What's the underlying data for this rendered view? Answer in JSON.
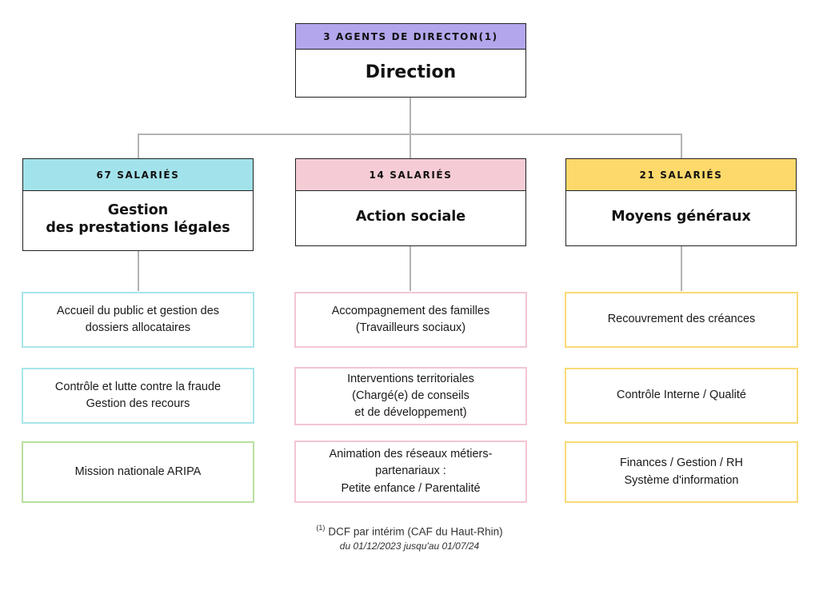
{
  "direction": {
    "band": "3 AGENTS DE DIRECTON(1)",
    "title": "Direction",
    "band_color": "#b3a6ec"
  },
  "branches": [
    {
      "band": "67 SALARIÉS",
      "title": "Gestion\ndes prestations légales",
      "band_color": "#a2e3eb",
      "card_border": "#a8e4ea",
      "cards": [
        "Accueil du public et gestion des\ndossiers allocataires",
        "Contrôle et lutte contre la fraude\nGestion des recours"
      ],
      "extra_card": {
        "text": "Mission nationale ARIPA",
        "border": "#b7e0a0"
      }
    },
    {
      "band": "14 SALARIÉS",
      "title": "Action sociale",
      "band_color": "#f5ccd5",
      "card_border": "#f3c6d2",
      "cards": [
        "Accompagnement des familles\n(Travailleurs sociaux)",
        "Interventions territoriales\n(Chargé(e) de conseils\net de développement)",
        "Animation des réseaux métiers-\npartenariaux :\nPetite enfance / Parentalité"
      ]
    },
    {
      "band": "21 SALARIÉS",
      "title": "Moyens généraux",
      "band_color": "#fdd96b",
      "card_border": "#f9da76",
      "cards": [
        "Recouvrement des créances",
        "Contrôle Interne / Qualité",
        "Finances / Gestion / RH\nSystème d'information"
      ]
    }
  ],
  "footnote": {
    "mark": "(1)",
    "line1": "DCF par intérim (CAF du Haut-Rhin)",
    "line2": "du 01/12/2023 jusqu'au 01/07/24"
  },
  "connector_color": "#b3b3b3"
}
